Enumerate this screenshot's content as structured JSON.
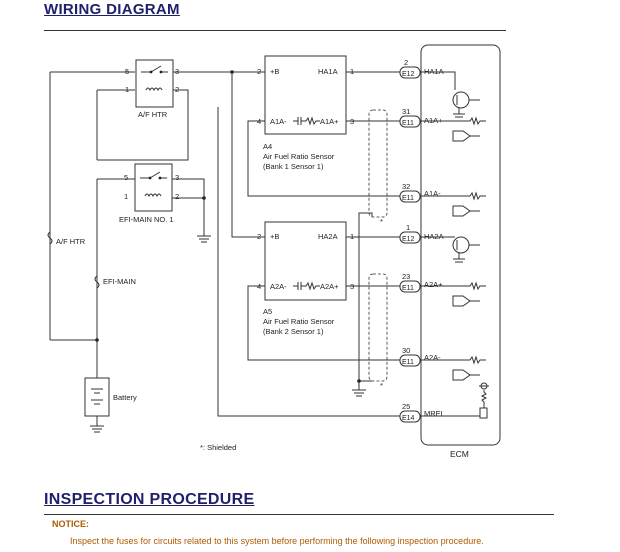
{
  "headings": {
    "wiring": "WIRING DIAGRAM",
    "inspection": "INSPECTION PROCEDURE"
  },
  "notice": {
    "label": "NOTICE:",
    "text": "Inspect the fuses for circuits related to this system before performing the following inspection procedure."
  },
  "relays": {
    "af_htr": {
      "name": "A/F HTR",
      "pins": [
        "5",
        "3",
        "1",
        "2"
      ]
    },
    "efi_main_no1": {
      "name": "EFI-MAIN NO. 1",
      "pins": [
        "5",
        "3",
        "1",
        "2"
      ]
    }
  },
  "fuses": {
    "af_htr": "A/F HTR",
    "efi_main": "EFI-MAIN"
  },
  "battery": "Battery",
  "sensor_a4": {
    "pins": [
      "2",
      "+B",
      "HA1A",
      "1",
      "4",
      "A1A-",
      "A1A+",
      "3"
    ],
    "code": "A4",
    "name": "Air Fuel Ratio Sensor",
    "detail": "(Bank 1 Sensor 1)"
  },
  "sensor_a5": {
    "pins": [
      "2",
      "+B",
      "HA2A",
      "1",
      "4",
      "A2A-",
      "A2A+",
      "3"
    ],
    "code": "A5",
    "name": "Air Fuel Ratio Sensor",
    "detail": "(Bank 2 Sensor 1)"
  },
  "ecm": {
    "label": "ECM",
    "terminals": [
      {
        "pin": "2",
        "connector": "E12",
        "signal": "HA1A"
      },
      {
        "pin": "31",
        "connector": "E11",
        "signal": "A1A+"
      },
      {
        "pin": "32",
        "connector": "E11",
        "signal": "A1A-"
      },
      {
        "pin": "1",
        "connector": "E12",
        "signal": "HA2A"
      },
      {
        "pin": "23",
        "connector": "E11",
        "signal": "A2A+"
      },
      {
        "pin": "30",
        "connector": "E11",
        "signal": "A2A-"
      },
      {
        "pin": "25",
        "connector": "E14",
        "signal": "MREL"
      }
    ]
  },
  "shielded_note": "*: Shielded",
  "shield_marks": [
    "*",
    "*"
  ]
}
